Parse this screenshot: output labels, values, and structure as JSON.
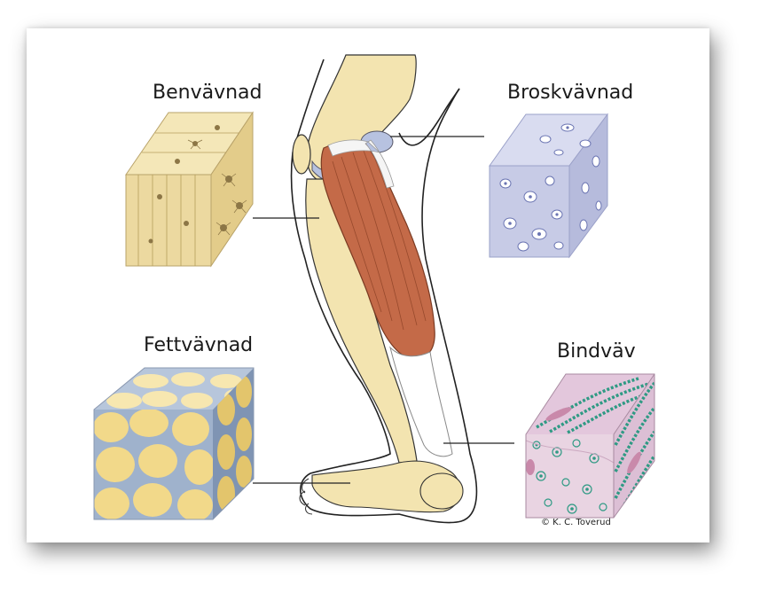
{
  "labels": {
    "bone": "Benvävnad",
    "cartilage": "Broskvävnad",
    "fat": "Fettvävnad",
    "connective": "Bindväv"
  },
  "credit": "© K. C. Toverud",
  "colors": {
    "bone": "#ecd9a0",
    "cartilage": "#c7cbe6",
    "fat": "#f2d98a",
    "fat_membrane": "#9fb2cc",
    "connective": "#e9d4e2",
    "connective_fiber": "#2f9a84",
    "muscle": "#c46a48",
    "skin_bone": "#f3e4b0",
    "line": "#222222"
  }
}
